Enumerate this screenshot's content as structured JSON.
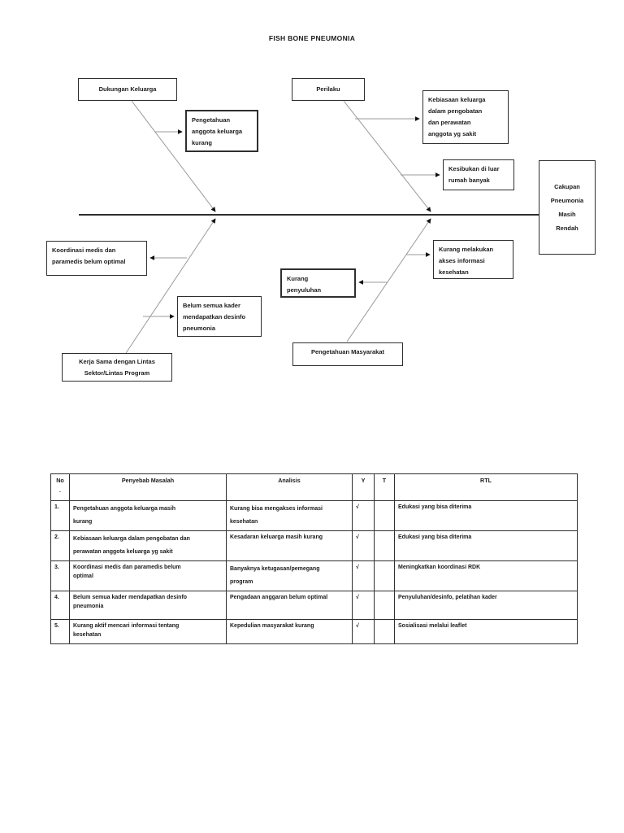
{
  "title": "FISH BONE PNEUMONIA",
  "colors": {
    "ink": "#1b1b1b",
    "bone_gray": "#999999",
    "border": "#2f2f2f"
  },
  "diagram": {
    "boxes": {
      "dukungan_keluarga": "Dukungan Keluarga",
      "pengetahuan_anggota": "Pengetahuan\nanggota keluarga\nkurang",
      "perilaku": "Perilaku",
      "kebiasaan_keluarga": "Kebiasaan keluarga\ndalam pengobatan\ndan perawatan\nanggota yg sakit",
      "kesibukan": "Kesibukan di luar\nrumah banyak",
      "cakupan_head": "Cakupan\nPneumonia\nMasih\nRendah",
      "koordinasi": "Koordinasi medis dan\nparamedis belum optimal",
      "kurang_akses": "Kurang melakukan\nakses informasi\nkesehatan",
      "kurang_penyuluhan": "Kurang\npenyuluhan",
      "belum_kader": "Belum semua kader\nmendapatkan desinfo\npneumonia",
      "kerja_sama": "Kerja Sama dengan Lintas\nSektor/Lintas Program",
      "pengetahuan_masyarakat": "Pengetahuan Masyarakat"
    }
  },
  "table": {
    "headers": {
      "no": "No\n.",
      "penyebab": "Penyebab Masalah",
      "analisis": "Analisis",
      "y": "Y",
      "t": "T",
      "rtl": "RTL"
    },
    "rows": [
      {
        "no": "1.",
        "penyebab": "Pengetahuan anggota keluarga masih\nkurang",
        "analisis": "Kurang bisa mengakses informasi\nkesehatan",
        "y": "√",
        "t": "",
        "rtl": "Edukasi yang bisa diterima"
      },
      {
        "no": "2.",
        "penyebab": "Kebiasaan keluarga dalam pengobatan dan\nperawatan anggota keluarga yg sakit",
        "analisis": "Kesadaran keluarga masih kurang",
        "y": "√",
        "t": "",
        "rtl": "Edukasi yang bisa diterima"
      },
      {
        "no": "3.",
        "penyebab": "Koordinasi medis dan paramedis belum\noptimal",
        "analisis": "Banyaknya ketugasan/pemegang\nprogram",
        "y": "√",
        "t": "",
        "rtl": "Meningkatkan koordinasi RDK"
      },
      {
        "no": "4.",
        "penyebab": "Belum semua kader mendapatkan desinfo\npneumonia",
        "analisis": "Pengadaan anggaran belum optimal",
        "y": "√",
        "t": "",
        "rtl": "Penyuluhan/desinfo, pelatihan kader"
      },
      {
        "no": "5.",
        "penyebab": "Kurang aktif mencari informasi tentang\nkesehatan",
        "analisis": "Kepedulian masyarakat kurang",
        "y": "√",
        "t": "",
        "rtl": "Sosialisasi melalui leaflet"
      }
    ]
  }
}
